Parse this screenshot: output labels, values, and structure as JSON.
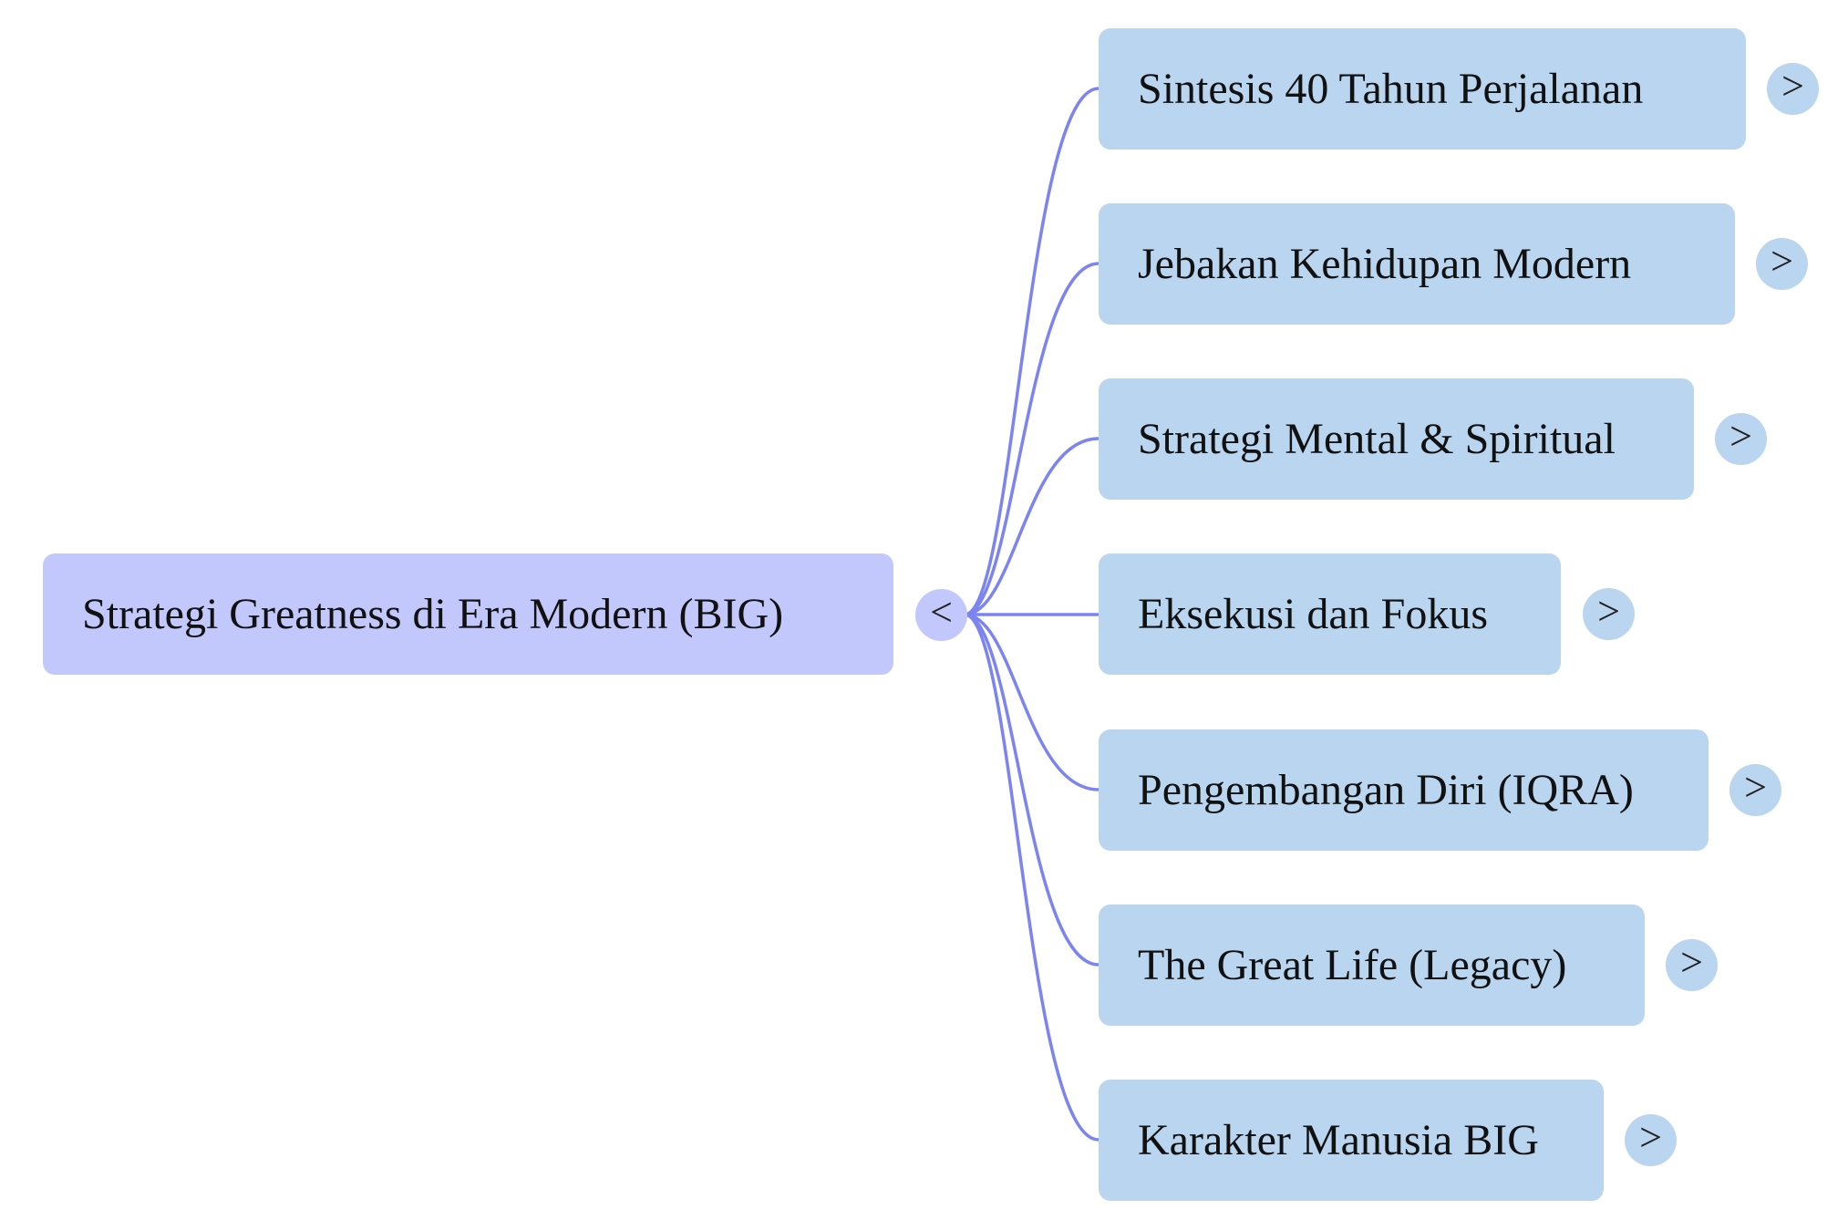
{
  "diagram": {
    "type": "mind-map",
    "line_color": "#7b84f0",
    "root": {
      "label": "Strategi Greatness di Era Modern (BIG)",
      "color": "#c2c8fb",
      "toggle_glyph": "<",
      "toggle_icon": "collapse-icon"
    },
    "child_color": "#bad5ef",
    "child_toggle_glyph": ">",
    "child_toggle_icon": "expand-icon",
    "children": [
      {
        "label": "Sintesis 40 Tahun Perjalanan"
      },
      {
        "label": "Jebakan Kehidupan Modern"
      },
      {
        "label": "Strategi Mental & Spiritual"
      },
      {
        "label": "Eksekusi dan Fokus"
      },
      {
        "label": "Pengembangan Diri (IQRA)"
      },
      {
        "label": "The Great Life (Legacy)"
      },
      {
        "label": "Karakter Manusia BIG"
      }
    ]
  }
}
